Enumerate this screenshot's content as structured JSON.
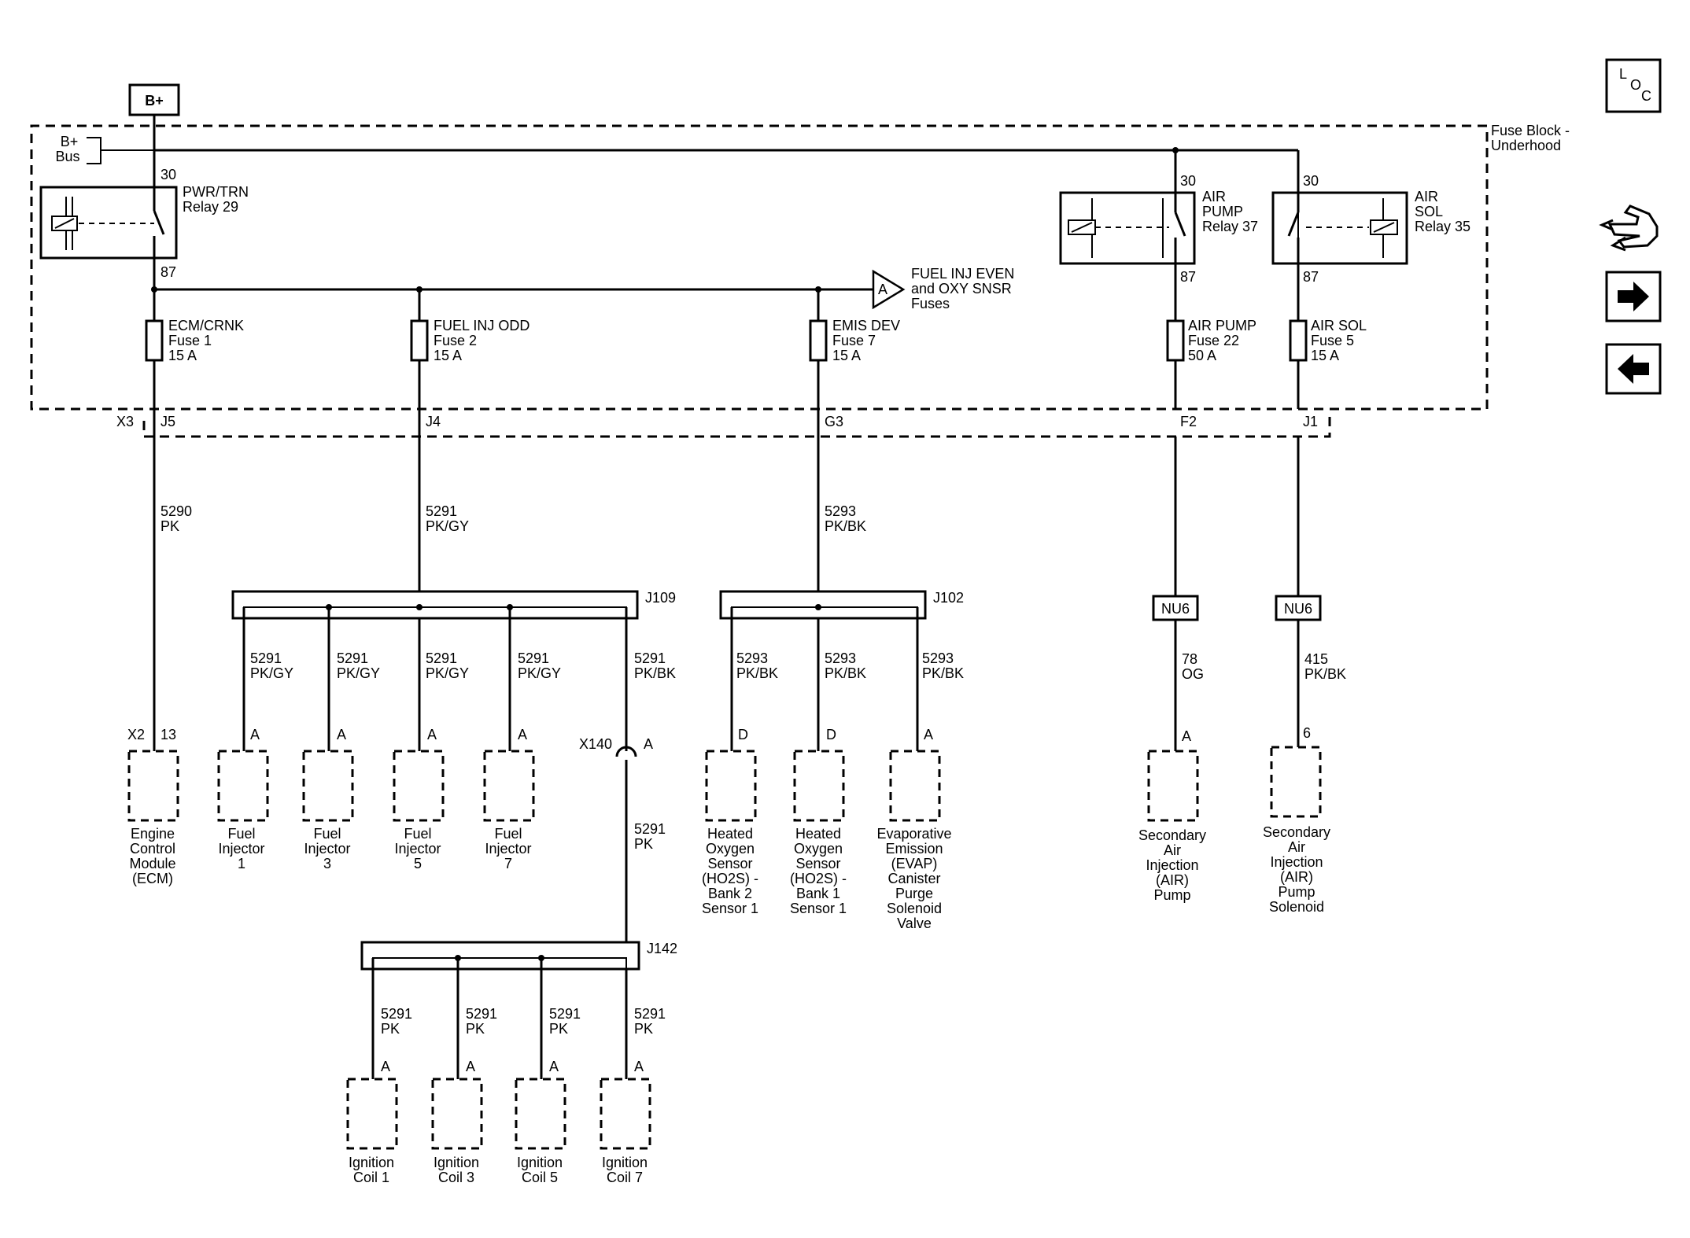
{
  "source": "B+",
  "bus_label": [
    "B+",
    "Bus"
  ],
  "fuse_block_label": [
    "Fuse Block -",
    "Underhood"
  ],
  "relays": [
    {
      "id": "pwrtrn",
      "lines": [
        "PWR/TRN",
        "Relay 29"
      ],
      "pin_in": "30",
      "pin_out": "87"
    },
    {
      "id": "airpump",
      "lines": [
        "AIR",
        "PUMP",
        "Relay 37"
      ],
      "pin_in": "30",
      "pin_out": "87"
    },
    {
      "id": "airsol",
      "lines": [
        "AIR",
        "SOL",
        "Relay 35"
      ],
      "pin_in": "30",
      "pin_out": "87"
    }
  ],
  "offpage": {
    "letter": "A",
    "lines": [
      "FUEL INJ EVEN",
      "and OXY SNSR",
      "Fuses"
    ]
  },
  "fuses": [
    {
      "lines": [
        "ECM/CRNK",
        "Fuse 1",
        "15 A"
      ],
      "terminal": "J5"
    },
    {
      "lines": [
        "FUEL INJ ODD",
        "Fuse 2",
        "15 A"
      ],
      "terminal": "J4"
    },
    {
      "lines": [
        "EMIS DEV",
        "Fuse 7",
        "15 A"
      ],
      "terminal": "G3"
    },
    {
      "lines": [
        "AIR PUMP",
        "Fuse 22",
        "50 A"
      ],
      "terminal": "F2"
    },
    {
      "lines": [
        "AIR SOL",
        "Fuse 5",
        "15 A"
      ],
      "terminal": "J1"
    }
  ],
  "connector_x3": "X3",
  "main_wires": [
    {
      "circuit": "5290",
      "color": "PK"
    },
    {
      "circuit": "5291",
      "color": "PK/GY"
    },
    {
      "circuit": "5293",
      "color": "PK/BK"
    }
  ],
  "options": [
    {
      "code": "NU6",
      "circuit": "78",
      "color": "OG"
    },
    {
      "code": "NU6",
      "circuit": "415",
      "color": "PK/BK"
    }
  ],
  "splices": {
    "j109": "J109",
    "j102": "J102",
    "j142": "J142"
  },
  "j109_branches": [
    {
      "circuit": "5291",
      "color": "PK/GY"
    },
    {
      "circuit": "5291",
      "color": "PK/GY"
    },
    {
      "circuit": "5291",
      "color": "PK/GY"
    },
    {
      "circuit": "5291",
      "color": "PK/GY"
    },
    {
      "circuit": "5291",
      "color": "PK/BK"
    }
  ],
  "j102_branches": [
    {
      "circuit": "5293",
      "color": "PK/BK"
    },
    {
      "circuit": "5293",
      "color": "PK/BK"
    },
    {
      "circuit": "5293",
      "color": "PK/BK"
    }
  ],
  "inline": {
    "connector": "X140",
    "pin": "A",
    "circuit": "5291",
    "color": "PK"
  },
  "j142_branches": [
    {
      "circuit": "5291",
      "color": "PK"
    },
    {
      "circuit": "5291",
      "color": "PK"
    },
    {
      "circuit": "5291",
      "color": "PK"
    },
    {
      "circuit": "5291",
      "color": "PK"
    }
  ],
  "components": [
    {
      "connector": "X2",
      "pin": "13",
      "lines": [
        "Engine",
        "Control",
        "Module",
        "(ECM)"
      ]
    },
    {
      "pin": "A",
      "lines": [
        "Fuel",
        "Injector",
        "1"
      ]
    },
    {
      "pin": "A",
      "lines": [
        "Fuel",
        "Injector",
        "3"
      ]
    },
    {
      "pin": "A",
      "lines": [
        "Fuel",
        "Injector",
        "5"
      ]
    },
    {
      "pin": "A",
      "lines": [
        "Fuel",
        "Injector",
        "7"
      ]
    },
    {
      "pin": "D",
      "lines": [
        "Heated",
        "Oxygen",
        "Sensor",
        "(HO2S) -",
        "Bank 2",
        "Sensor 1"
      ]
    },
    {
      "pin": "D",
      "lines": [
        "Heated",
        "Oxygen",
        "Sensor",
        "(HO2S) -",
        "Bank 1",
        "Sensor 1"
      ]
    },
    {
      "pin": "A",
      "lines": [
        "Evaporative",
        "Emission",
        "(EVAP)",
        "Canister",
        "Purge",
        "Solenoid",
        "Valve"
      ]
    },
    {
      "pin": "A",
      "lines": [
        "Secondary",
        "Air",
        "Injection",
        "(AIR)",
        "Pump"
      ]
    },
    {
      "pin": "6",
      "lines": [
        "Secondary",
        "Air",
        "Injection",
        "(AIR)",
        "Pump",
        "Solenoid"
      ]
    },
    {
      "pin": "A",
      "lines": [
        "Ignition",
        "Coil 1"
      ]
    },
    {
      "pin": "A",
      "lines": [
        "Ignition",
        "Coil 3"
      ]
    },
    {
      "pin": "A",
      "lines": [
        "Ignition",
        "Coil 5"
      ]
    },
    {
      "pin": "A",
      "lines": [
        "Ignition",
        "Coil 7"
      ]
    }
  ],
  "nav": {
    "loc": [
      "L",
      "O",
      "C"
    ],
    "icons": [
      "hand-icon",
      "next-arrow-icon",
      "prev-arrow-icon"
    ]
  }
}
